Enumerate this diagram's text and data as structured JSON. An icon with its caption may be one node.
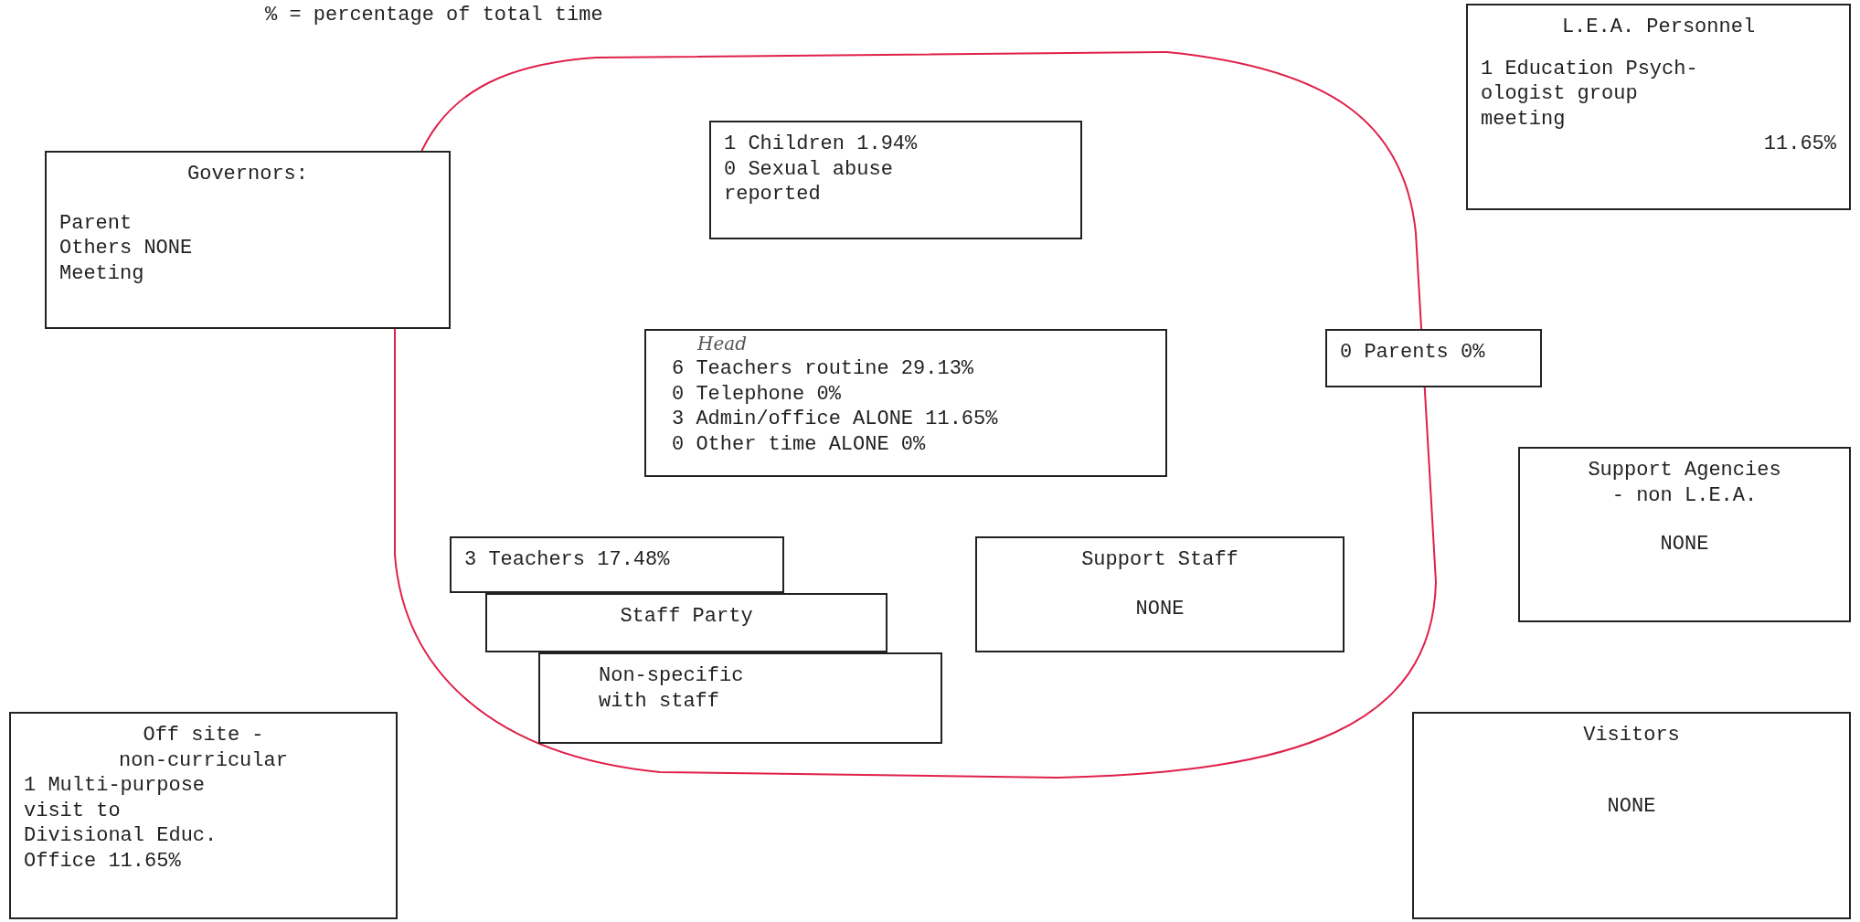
{
  "diagram": {
    "nodes": [
      {
        "text": [],
        "shape": "loop"
      },
      {
        "text": [
          "L.E.A. Personnel",
          "1 Education Psych- ologist group meeting",
          "11.65%"
        ]
      },
      {
        "text": [
          "1 Children 1.94%",
          "0 Sexual abuse reported"
        ],
        "in": 0
      },
      {
        "text": [
          "Governors:",
          "Parent",
          "Others NONE",
          "Meeting"
        ]
      },
      {
        "text": [
          "Head",
          "6 Teachers routine 29.13%",
          "0 Telephone 0%",
          "3 Admin/office ALONE 11.65%",
          "0 Other time ALONE 0%"
        ],
        "in": 0
      },
      {
        "text": [
          "0 Parents 0%"
        ]
      },
      {
        "text": [
          "Support Agencies - non L.E.A.",
          "NONE"
        ]
      },
      {
        "text": [
          "3 Teachers 17.48%"
        ],
        "in": 0
      },
      {
        "text": [
          "Staff Party"
        ],
        "in": 0
      },
      {
        "text": [
          "Non-specific with staff"
        ],
        "in": 0
      },
      {
        "text": [
          "Support Staff",
          "NONE"
        ],
        "in": 0
      },
      {
        "text": [
          "Off site - non-curricular",
          "1 Multi-purpose visit to Divisional Educ. Office 11.65%"
        ]
      },
      {
        "text": [
          "Visitors",
          "NONE"
        ]
      }
    ],
    "labels": [
      "% = percentage of total time"
    ]
  }
}
